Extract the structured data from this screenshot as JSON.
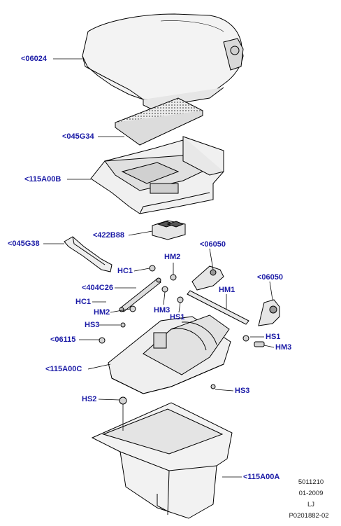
{
  "labels": {
    "lid": "<06024",
    "tray_mat": "<045G34",
    "upper_tray": "<115A00B",
    "switch": "<422B88",
    "hinge_cover": "<045G38",
    "bracket_left": "<06050",
    "bracket_right": "<06050",
    "hm2_top": "HM2",
    "hc1_top": "HC1",
    "strut": "<404C26",
    "hc1_bottom": "HC1",
    "hm3_left": "HM3",
    "hm2_bottom": "HM2",
    "hs1_left": "HS1",
    "hm1": "HM1",
    "hs3_top": "HS3",
    "hs1_right": "HS1",
    "hm3_right": "HM3",
    "clip": "<06115",
    "base": "<115A00C",
    "hs3_bottom": "HS3",
    "hs2": "HS2",
    "bin": "<115A00A"
  },
  "reference": {
    "part_no": "5011210",
    "date": "01-2009",
    "code": "LJ",
    "drawing_no": "P0201882-02"
  },
  "colors": {
    "label": "#1a1aa6",
    "line": "#000000"
  }
}
